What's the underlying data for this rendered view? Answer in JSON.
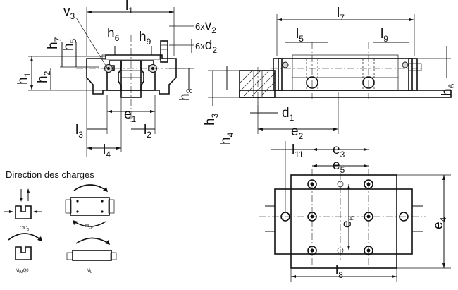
{
  "labels": {
    "v3": [
      "v",
      "3"
    ],
    "l1": [
      "l",
      "1"
    ],
    "v2": [
      "6x",
      "v",
      "2"
    ],
    "d2": [
      "6x",
      "d",
      "2"
    ],
    "h7": [
      "h",
      "7"
    ],
    "h5": [
      "h",
      "5"
    ],
    "h6a": [
      "h",
      "6"
    ],
    "h9": [
      "h",
      "9"
    ],
    "h1": [
      "h",
      "1"
    ],
    "h2": [
      "h",
      "2"
    ],
    "h8": [
      "h",
      "8"
    ],
    "e1": [
      "e",
      "1"
    ],
    "l3": [
      "l",
      "3"
    ],
    "l2": [
      "l",
      "2"
    ],
    "l4": [
      "l",
      "4"
    ],
    "l7": [
      "l",
      "7"
    ],
    "l5": [
      "l",
      "5"
    ],
    "l9": [
      "l",
      "9"
    ],
    "h6b": [
      "h",
      "6"
    ],
    "h3": [
      "h",
      "3"
    ],
    "h4": [
      "h",
      "4"
    ],
    "d1": [
      "d",
      "1"
    ],
    "e2": [
      "e",
      "2"
    ],
    "l11": [
      "l",
      "11"
    ],
    "e3": [
      "e",
      "3"
    ],
    "e5": [
      "e",
      "5"
    ],
    "e6": [
      "e",
      "6"
    ],
    "e4": [
      "e",
      "4"
    ],
    "l8": [
      "l",
      "8"
    ]
  },
  "load_section": {
    "title": "Direction des charges",
    "cases": [
      {
        "label": [
          "C/C",
          "0"
        ]
      },
      {
        "label": [
          "M",
          "L0"
        ]
      },
      {
        "label": [
          "M",
          "/M",
          "Q0"
        ]
      },
      {
        "label": [
          "M",
          "L"
        ]
      }
    ]
  }
}
